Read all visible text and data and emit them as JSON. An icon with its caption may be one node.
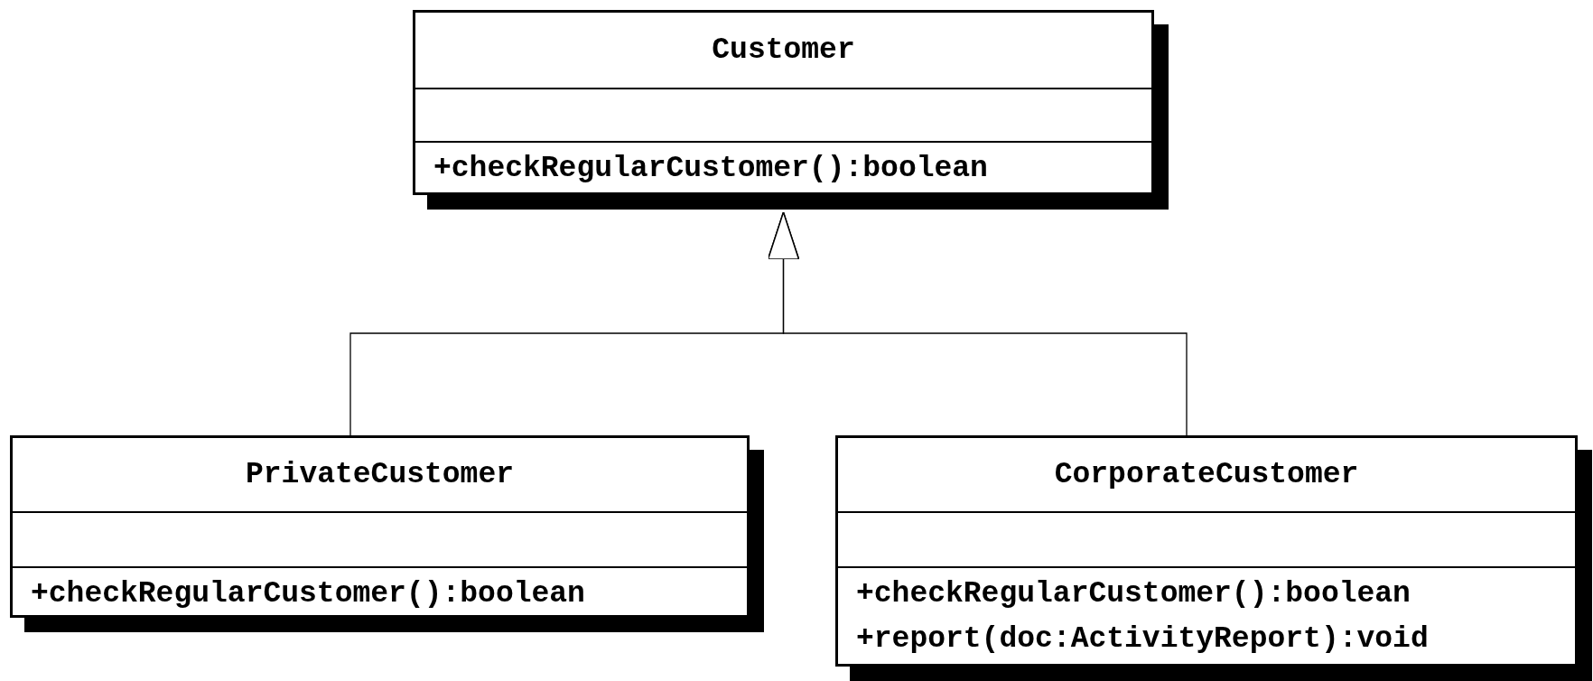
{
  "diagram": {
    "nodes": [
      {
        "text": [
          "Customer",
          "+checkRegularCustomer():boolean"
        ]
      },
      {
        "text": [
          "PrivateCustomer",
          "+checkRegularCustomer():boolean"
        ]
      },
      {
        "text": [
          "CorporateCustomer",
          "+checkRegularCustomer():boolean",
          "+report(doc:ActivityReport):void"
        ]
      }
    ],
    "edges": [
      {
        "from": 1,
        "to": 0,
        "arrow": "to"
      },
      {
        "from": 2,
        "to": 0,
        "arrow": "to"
      }
    ]
  }
}
